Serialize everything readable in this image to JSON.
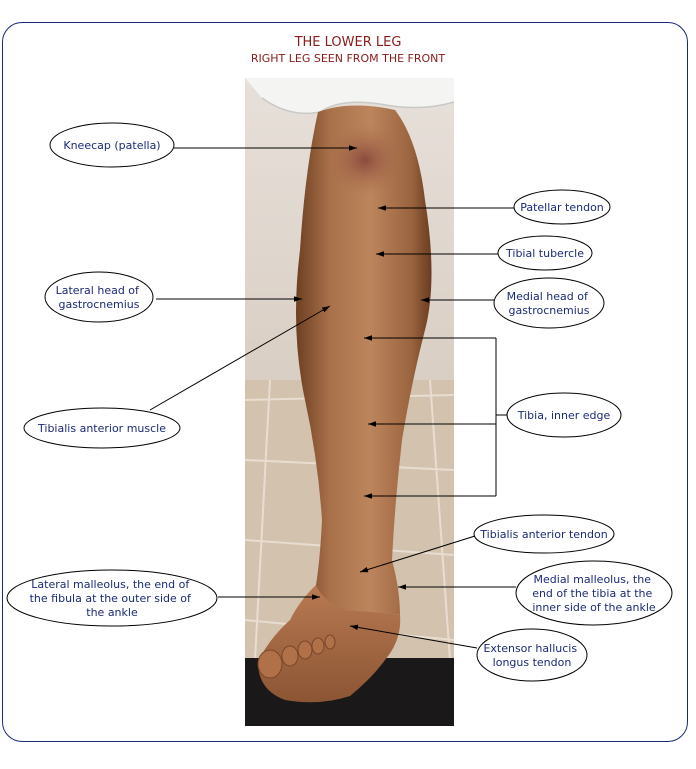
{
  "title": "THE LOWER LEG",
  "subtitle": "RIGHT LEG SEEN FROM THE FRONT",
  "labels": {
    "kneecap": [
      "Kneecap (patella)"
    ],
    "patellar_tendon": [
      "Patellar tendon"
    ],
    "tibial_tubercle": [
      "Tibial tubercle"
    ],
    "lateral_head": [
      "Lateral head of",
      "gastrocnemius"
    ],
    "medial_head": [
      "Medial head of",
      "gastrocnemius"
    ],
    "tibialis_anterior_muscle": [
      "Tibialis anterior muscle"
    ],
    "tibia_inner_edge": [
      "Tibia, inner edge"
    ],
    "tibialis_anterior_tendon": [
      "Tibialis anterior tendon"
    ],
    "lateral_malleolus": [
      "Lateral malleolus, the end of",
      "the fibula at the outer side of",
      "the ankle"
    ],
    "medial_malleolus": [
      "Medial malleolus, the",
      "end of the tibia at the",
      "inner side of the ankle"
    ],
    "extensor_hallucis": [
      "Extensor hallucis",
      "longus tendon"
    ]
  },
  "colors": {
    "label_text": "#1b2a77",
    "title": "#8b1a1a",
    "frame": "#1b2a77"
  }
}
